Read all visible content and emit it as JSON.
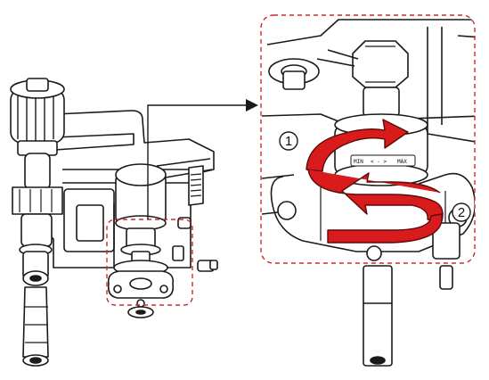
{
  "callouts": {
    "step1": "1",
    "step2": "2"
  },
  "dial_marks": {
    "left": "MIN",
    "arrows": "< - >",
    "right": "MAX"
  },
  "colors": {
    "line": "#1a1a1a",
    "callout_border": "#cc2b2b",
    "rotation_arrow": "#d91b1b"
  },
  "icons": {
    "rotation": "clockwise-rotation-arrow",
    "pointer": "right-pointing-arrow"
  }
}
